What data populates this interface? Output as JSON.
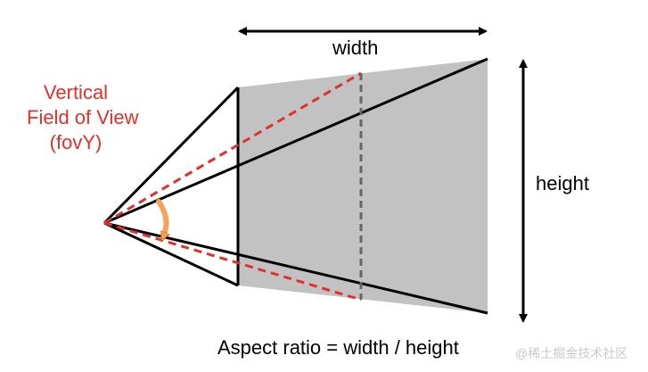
{
  "labels": {
    "width": "width",
    "height": "height",
    "fov_lines": [
      "Vertical",
      "Field of View",
      "(fovY)"
    ],
    "aspect": "Aspect ratio = width / height"
  },
  "watermark": "@稀土掘金技术社区",
  "colors": {
    "fov_accent": "#e0302a",
    "frustum_fill": "#c2c2c2",
    "outline": "#000000",
    "center_dash": "#666666",
    "angle_arrow": "#f5a25a",
    "watermark": "#c8c8c8"
  }
}
